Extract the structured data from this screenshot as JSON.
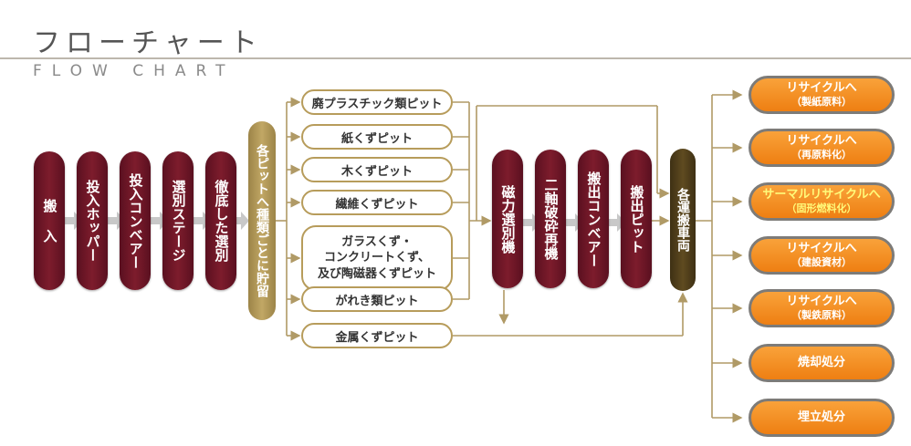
{
  "title": {
    "jp": "フローチャート",
    "en": "FLOW CHART"
  },
  "process_steps": [
    {
      "label": "搬 入"
    },
    {
      "label": "投入ホッパー"
    },
    {
      "label": "投入コンベアー"
    },
    {
      "label": "選別ステージ"
    },
    {
      "label": "徹底した選別"
    }
  ],
  "storage": {
    "label": "各ピットへ種類ごとに貯留"
  },
  "pits": [
    {
      "label": "廃プラスチック類ピット"
    },
    {
      "label": "紙くずピット"
    },
    {
      "label": "木くずピット"
    },
    {
      "label": "繊維くずピット"
    },
    {
      "label": "ガラスくず・コンクリートくず、及び陶磁器くずピット",
      "lines": [
        "ガラスくず・",
        "コンクリートくず、",
        "及び陶磁器くずピット"
      ]
    },
    {
      "label": "がれき類ピット"
    },
    {
      "label": "金属くずピット"
    }
  ],
  "machines": [
    {
      "label": "磁力選別機"
    },
    {
      "label": "二軸破砕再機"
    },
    {
      "label": "搬出コンベアー"
    },
    {
      "label": "搬出ピット"
    }
  ],
  "vehicle": {
    "label": "各運搬車両"
  },
  "outputs": [
    {
      "line1": "リサイクルへ",
      "line2": "（製紙原料）"
    },
    {
      "line1": "リサイクルへ",
      "line2": "（再原料化）"
    },
    {
      "line1": "サーマルリサイクルへ",
      "line2": "（固形燃料化）"
    },
    {
      "line1": "リサイクルへ",
      "line2": "（建設資材）"
    },
    {
      "line1": "リサイクルへ",
      "line2": "（製鉄原料）"
    },
    {
      "line1": "焼却処分",
      "line2": ""
    },
    {
      "line1": "埋立処分",
      "line2": ""
    }
  ],
  "colors": {
    "step_pill": "#7d1c2c",
    "storage_pill": "#c1a765",
    "pit_border": "#b79c5b",
    "vehicle_pill": "#5f4b20",
    "output_fill": "#f39022",
    "thermal_text": "#fffa7a",
    "gray_arrow": "#c8c8c8",
    "line": "#b09a66"
  }
}
